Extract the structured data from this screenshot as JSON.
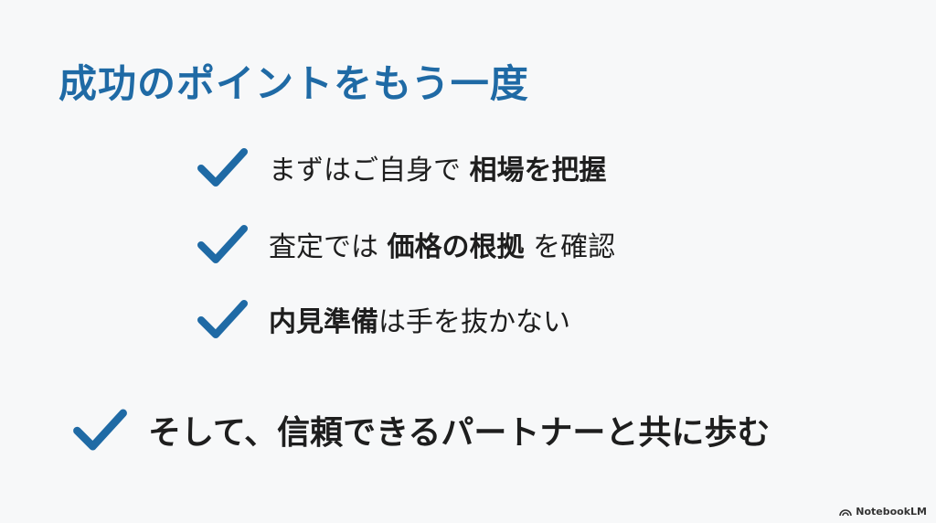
{
  "title": "成功のポイントをもう一度",
  "items": [
    {
      "pre": "まずはご自身で ",
      "bold": "相場を把握",
      "post": ""
    },
    {
      "pre": "査定では ",
      "bold": "価格の根拠",
      "post": " を確認"
    },
    {
      "pre": "",
      "bold": "内見準備",
      "post": "は手を抜かない"
    }
  ],
  "final": "そして、信頼できるパートナーと共に歩む",
  "brand": "NotebookLM",
  "colors": {
    "accent": "#1f6aa5",
    "text": "#1e1e1e",
    "background": "#f7f8f9"
  },
  "icons": {
    "bullet": "check-icon",
    "logo": "notebooklm-logo-icon"
  }
}
